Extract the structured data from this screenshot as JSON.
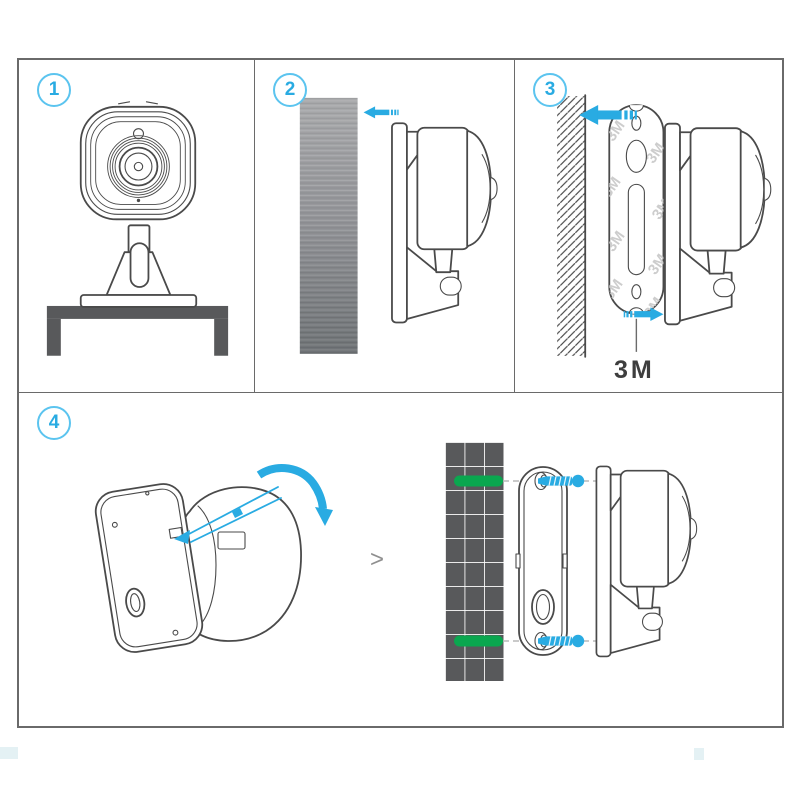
{
  "sheet": {
    "steps": [
      {
        "number": "1"
      },
      {
        "number": "2"
      },
      {
        "number": "3"
      },
      {
        "number": "4"
      }
    ],
    "labels": {
      "adhesive": "3M",
      "adhesive_watermark": "3M",
      "next_indicator": ">"
    },
    "icons": {
      "step_badge": "numbered-circle-badge",
      "arrow_left": "blue-arrow-left-icon",
      "arrow_right": "blue-arrow-right-icon",
      "curved_arrow": "blue-curved-arrow-icon",
      "screwdriver": "blue-screwdriver-icon",
      "screw": "blue-screw-icon",
      "anchor": "green-wall-anchor-icon",
      "chevron": "chevron-right-icon"
    },
    "colors": {
      "accent": "#29ABE2",
      "accent-light": "#5BC4EF",
      "line": "#4A4A4A",
      "border": "#6A6A6A",
      "dark": "#58595B",
      "green": "#0AA74F",
      "watermark": "#CDCDCD",
      "dash": "#B9B9B9",
      "metal-light": "#A9AAAC",
      "metal-mid": "#95969A",
      "metal-dark": "#6F7376",
      "label": "#3E3E3E",
      "chevron-gray": "#8F8F8F",
      "teal-chip": "#E4F1F4"
    }
  }
}
